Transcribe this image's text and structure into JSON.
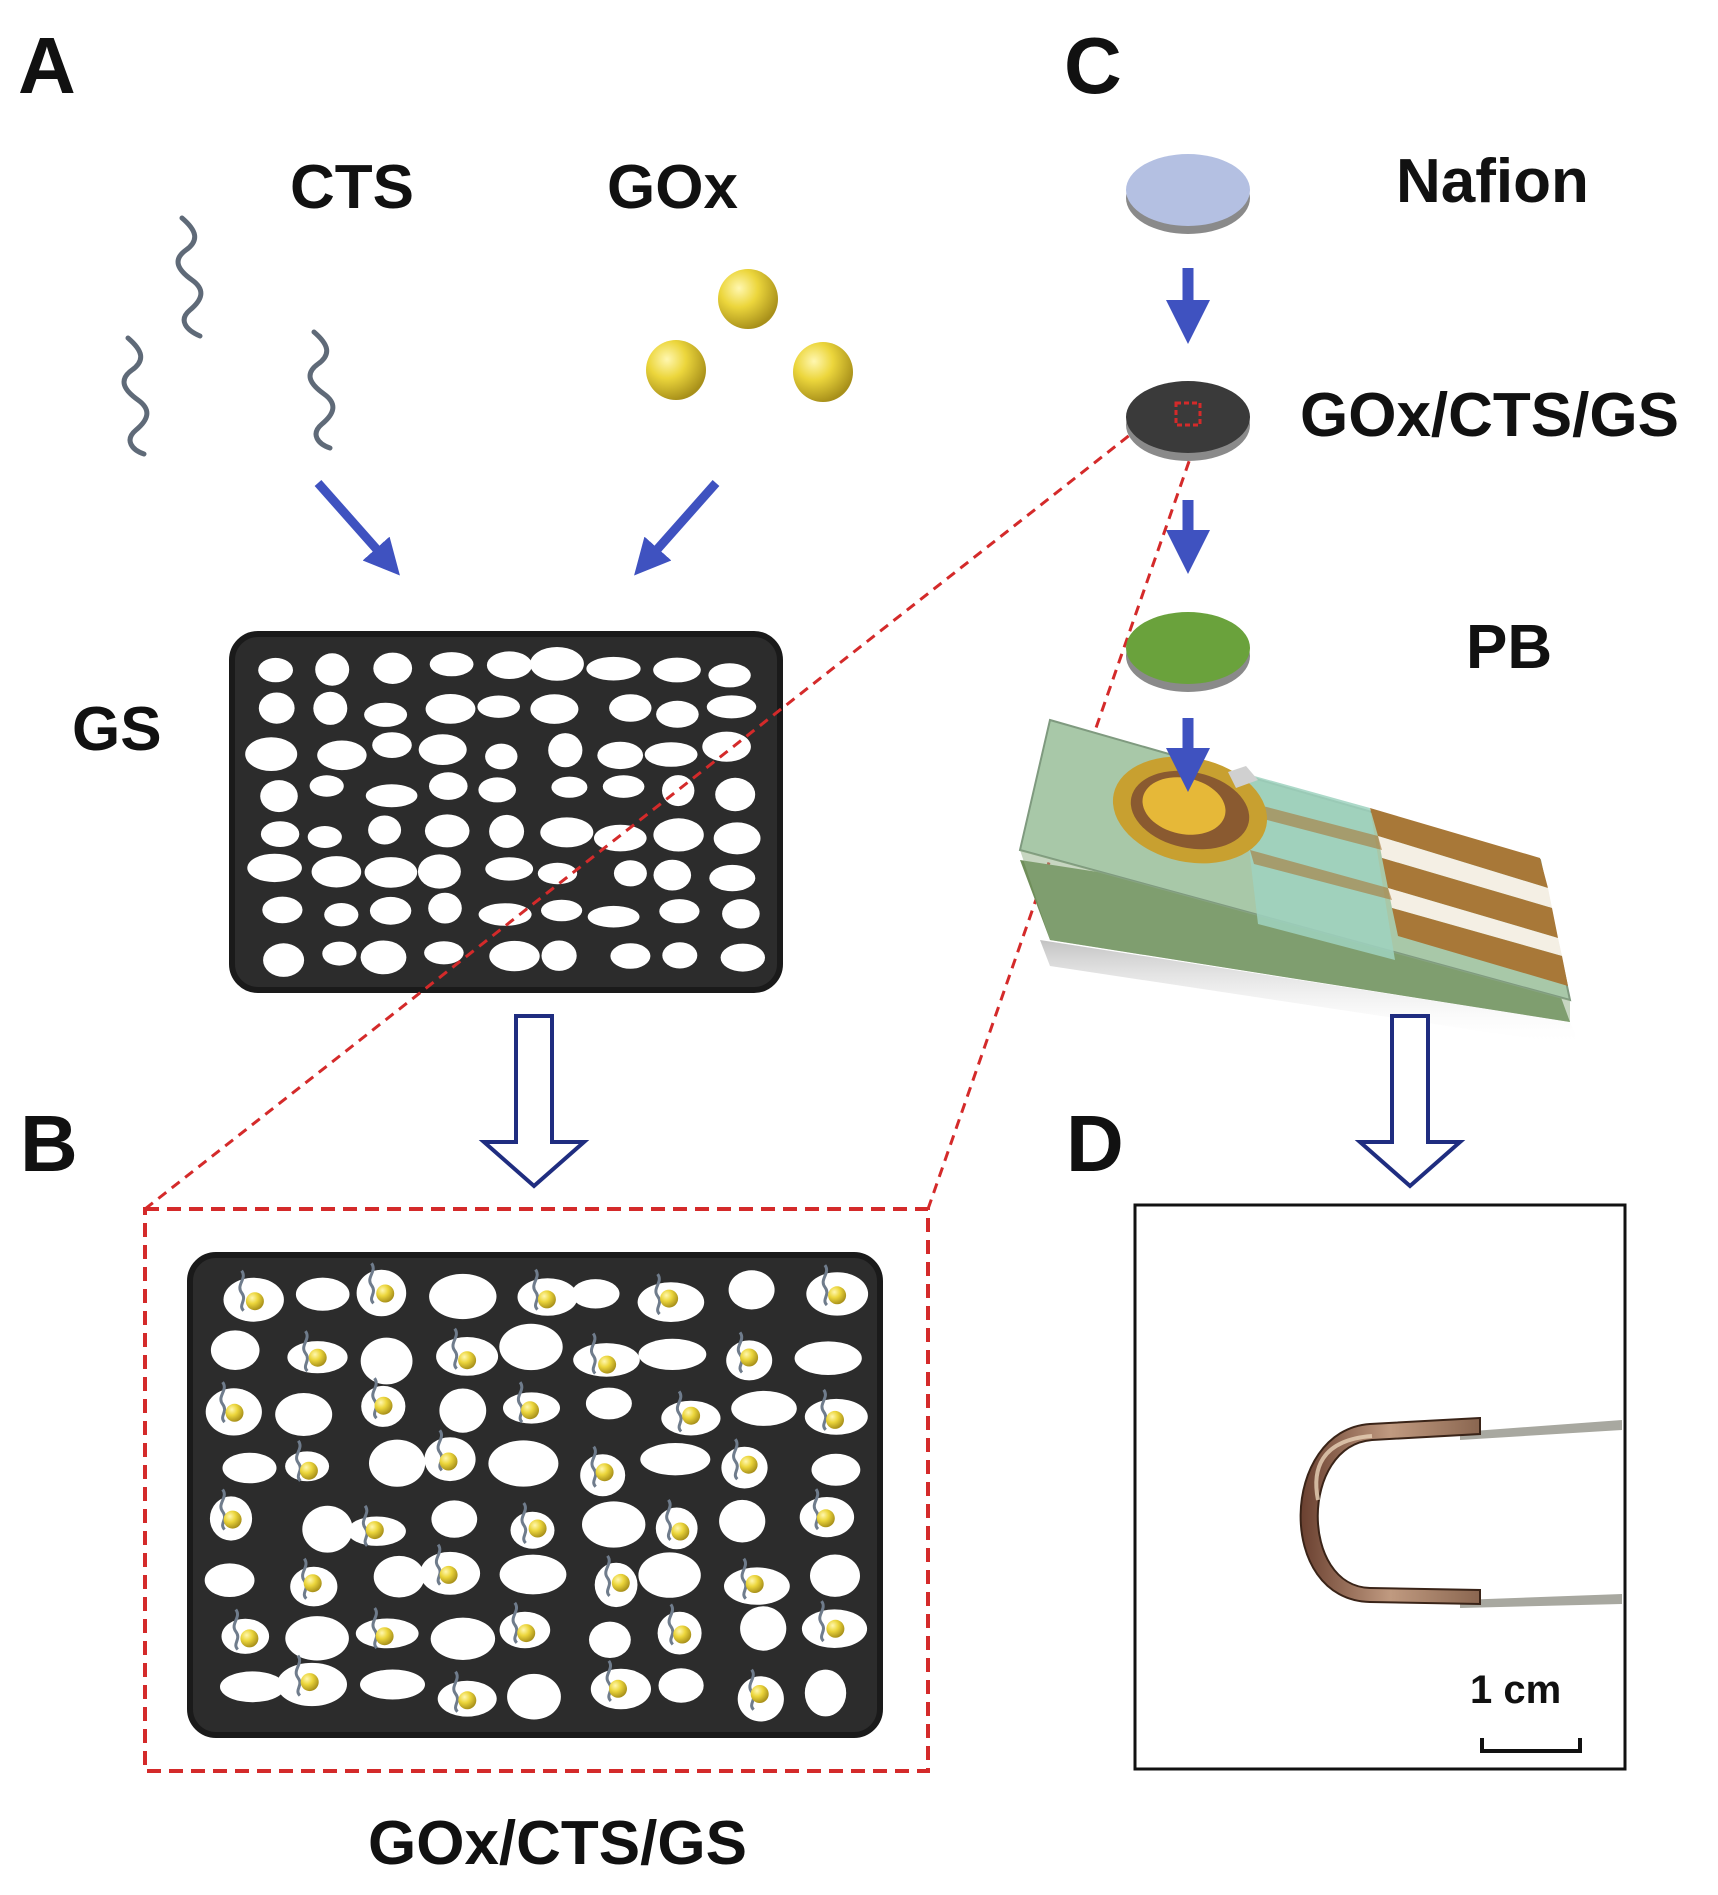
{
  "panels": {
    "a": {
      "letter": "A",
      "cts_label": "CTS",
      "gox_label": "GOx",
      "gs_label": "GS"
    },
    "b": {
      "letter": "B",
      "product_label": "GOx/CTS/GS"
    },
    "c": {
      "letter": "C",
      "layers": [
        "Nafion",
        "GOx/CTS/GS",
        "PB"
      ]
    },
    "d": {
      "letter": "D",
      "scale_label": "1 cm"
    }
  },
  "colors": {
    "arrow_blue": "#4a5bc4",
    "outline_arrow": "#1f2d80",
    "zoom_red": "#d42a2a",
    "nafion_disc": "#b4c0e2",
    "gs_disc": "#3a3a3a",
    "pb_disc": "#6aa23c",
    "enzyme_yellow": "#e8d23a",
    "chain_gray": "#667080",
    "sponge": "#2c2c2c",
    "strip_gold": "#a87838",
    "strip_green": "#a8c8a8"
  }
}
